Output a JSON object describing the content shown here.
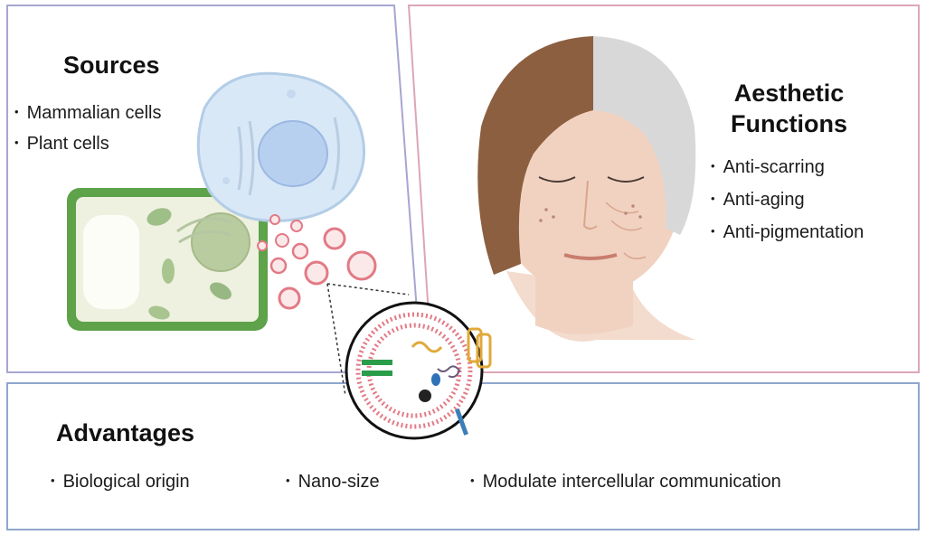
{
  "sources": {
    "title": "Sources",
    "items": [
      "Mammalian cells",
      "Plant cells"
    ]
  },
  "aesthetic": {
    "title_line1": "Aesthetic",
    "title_line2": "Functions",
    "items": [
      "Anti-scarring",
      "Anti-aging",
      "Anti-pigmentation"
    ]
  },
  "advantages": {
    "title": "Advantages",
    "items": [
      "Biological origin",
      "Nano-size",
      "Modulate intercellular communication"
    ]
  },
  "colors": {
    "sources_frame": "#a6a6d2",
    "aesthetic_frame": "#dca6b8",
    "advantages_frame": "#8fa6cc",
    "plant_cell_wall": "#5ea24a",
    "mammalian_cell": "#d8e8f7",
    "vesicle": "#e27a85",
    "hair_dark": "#8c5f40",
    "hair_grey": "#d8d8d8",
    "skin": "#f1d2c0"
  }
}
